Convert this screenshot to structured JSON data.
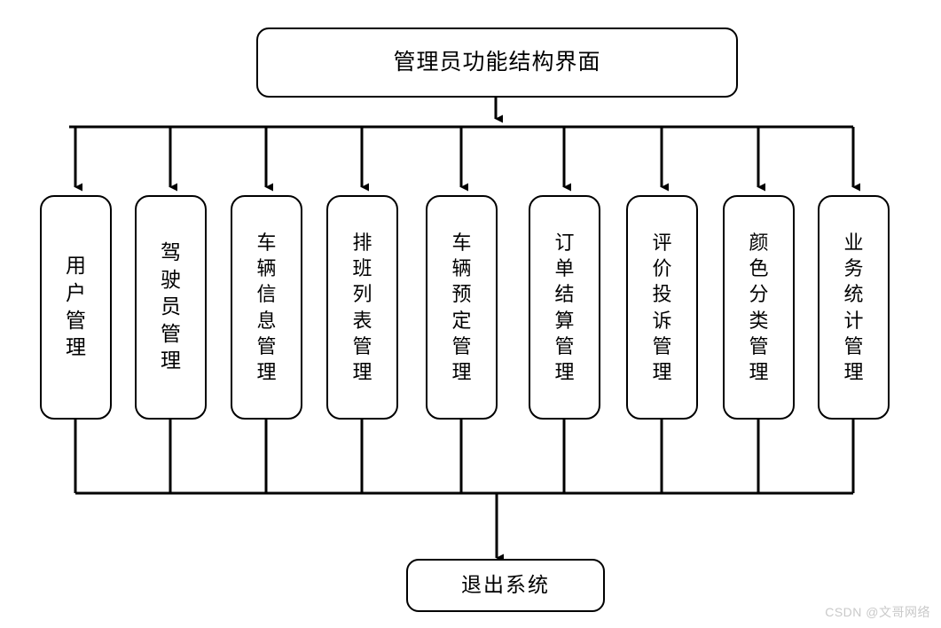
{
  "diagram": {
    "type": "functional-structure-tree",
    "root": {
      "label": "管理员功能结构界面"
    },
    "children": [
      {
        "label": "用户管理"
      },
      {
        "label": "驾驶员管理"
      },
      {
        "label": "车辆信息管理"
      },
      {
        "label": "排班列表管理"
      },
      {
        "label": "车辆预定管理"
      },
      {
        "label": "订单结算管理"
      },
      {
        "label": "评价投诉管理"
      },
      {
        "label": "颜色分类管理"
      },
      {
        "label": "业务统计管理"
      }
    ],
    "exit": {
      "label": "退出系统"
    },
    "colors": {
      "line": "#000000",
      "box_fill": "#ffffff",
      "box_border": "#000000",
      "watermark": "#c9c9c9"
    }
  },
  "watermark": {
    "text": "CSDN @文哥网络"
  }
}
